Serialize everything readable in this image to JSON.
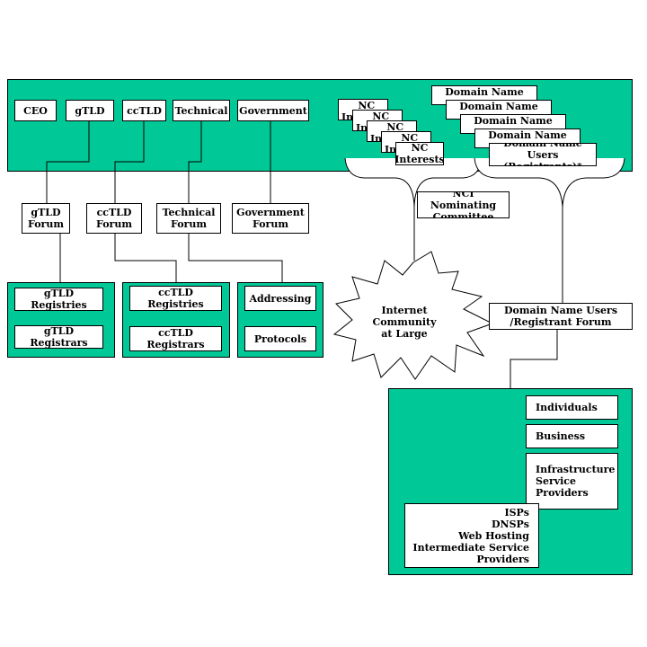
{
  "top_bar": {
    "ceo": "CEO",
    "gtld": "gTLD",
    "cctld": "ccTLD",
    "technical": "Technical",
    "government": "Government"
  },
  "nc_interests": {
    "card_title": "NC\nInterests",
    "stack_count_shown": 5
  },
  "domain_name_users_stack": {
    "card_title": "Domain Name Users\n(Registrants)",
    "front_card": "Domain Name Users\n(Registrants)*"
  },
  "nci_committee": "NCI Nominating\nCommittee",
  "forums": {
    "gtld": "gTLD\nForum",
    "cctld": "ccTLD\nForum",
    "technical": "Technical\nForum",
    "government": "Government\nForum"
  },
  "groups": {
    "gtld": [
      "gTLD Registries",
      "gTLD Registrars"
    ],
    "cctld": [
      "ccTLD Registries",
      "ccTLD Registrars"
    ],
    "technical": [
      "Addressing",
      "Protocols"
    ]
  },
  "internet_community": "Internet Community\nat Large",
  "registrant_forum": "Domain Name Users\n/Registrant Forum",
  "registrant_groups": {
    "individuals": "Individuals",
    "business": "Business",
    "infrastructure": "Infrastructure\nService\nProviders",
    "isps": "ISPs\nDNSPs\nWeb Hosting\nIntermediate Service\nProviders"
  },
  "colors": {
    "green": "#00c896",
    "box_fill": "#ffffff",
    "stroke": "#000000"
  }
}
